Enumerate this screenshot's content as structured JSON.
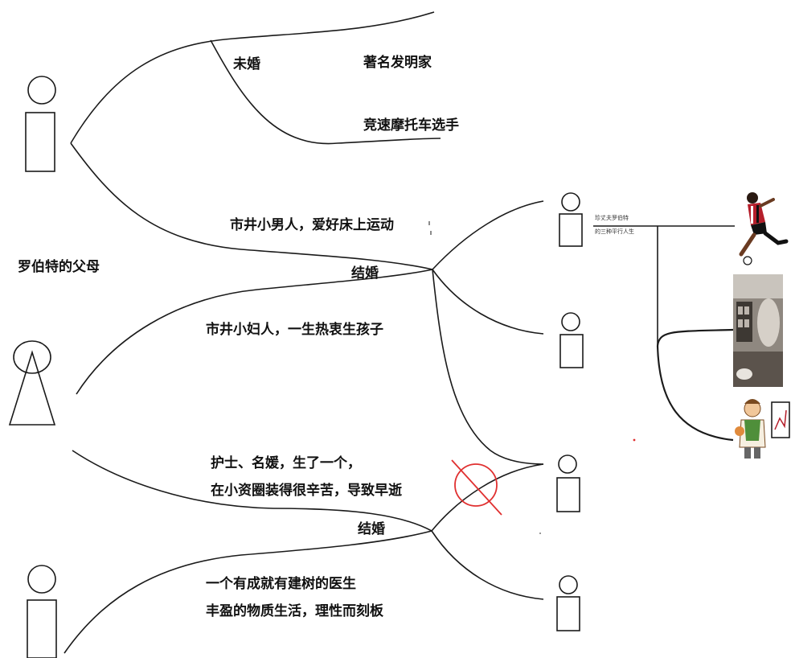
{
  "labels": {
    "unmarried": "未婚",
    "inventor": "著名发明家",
    "moto_racer": "竞速摩托车选手",
    "street_man": "市井小男人，爱好床上运动",
    "parents_title": "罗伯特的父母",
    "married_1": "结婚",
    "street_woman": "市井小妇人，一生热衷生孩子",
    "nurse_line1": "护士、名媛，生了一个，",
    "nurse_line2": "在小资圈装得很辛苦，导致早逝",
    "married_2": "结婚",
    "doctor_line1": "一个有成就有建树的医生",
    "doctor_line2": "丰盈的物质生活，理性而刻板"
  },
  "right_note": {
    "line1": "珍丈夫罗伯特",
    "line2": "的三种平行人生"
  },
  "colors": {
    "line": "#1a1a1a",
    "cross_mark": "#e03030",
    "text": "#111111"
  }
}
